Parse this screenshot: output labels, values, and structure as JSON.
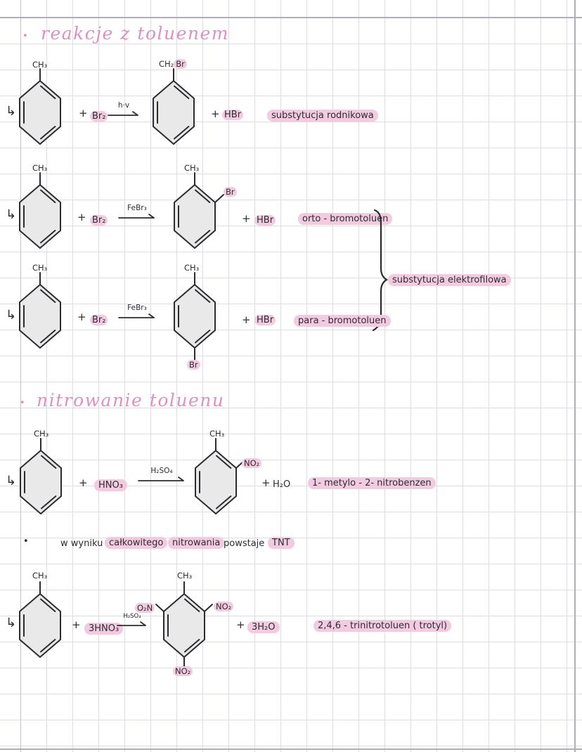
{
  "colors": {
    "highlight": "#f2cbe0",
    "title_pink": "#e18fc1",
    "ink": "#2d2b30",
    "ring_fill": "#e9e9ea",
    "grid": "#dcdce3",
    "grid_dark": "#aeaeb8"
  },
  "icons": {
    "bullet": "•",
    "branch": "↳"
  },
  "titles": {
    "section1": "reakcje z toluenem",
    "section2": "nitrowanie toluenu"
  },
  "tokens": {
    "plus": "+",
    "ch3": "CH₃",
    "ch2": "CH₂",
    "br": "Br",
    "br2": "Br₂",
    "hbr": "HBr",
    "hv": "h·v",
    "febr3": "FeBr₃",
    "hno3": "HNO₃",
    "h2so4": "H₂SO₄",
    "no2": "NO₂",
    "o2n": "O₂N",
    "h2o": "H₂O",
    "hno3x3": "3HNO₃",
    "h2ox3": "3H₂O"
  },
  "annotations": {
    "radical": "substytucja rodnikowa",
    "ortho": "orto - bromotoluen",
    "para": "para - bromotoluen",
    "electro": "substytucja elektrofilowa",
    "nitro": "1- metylo - 2- nitrobenzen",
    "tnt": "2,4,6 - trinitrotoluen ( trotyl)",
    "note_w1": "w wyniku",
    "note_w2": "całkowitego",
    "note_w3": "nitrowania",
    "note_w4": "powstaje",
    "note_w5": "TNT"
  }
}
